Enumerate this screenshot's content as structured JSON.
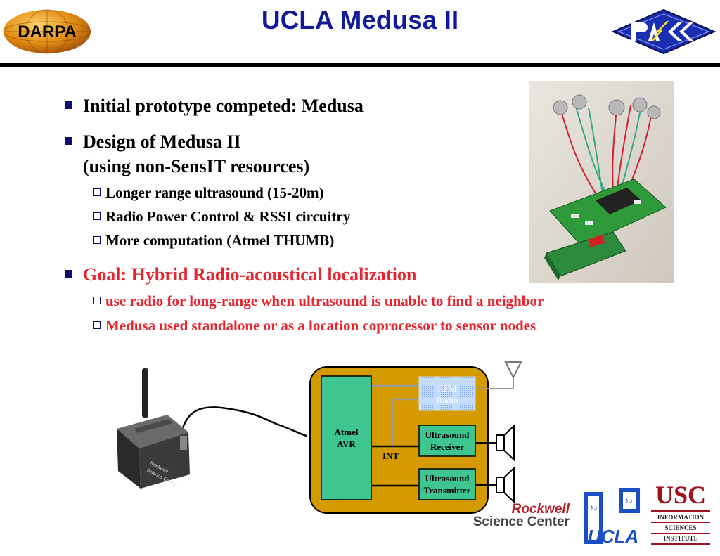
{
  "slide": {
    "title": "UCLA Medusa II",
    "bullets": [
      {
        "text": "Initial prototype competed: Medusa"
      },
      {
        "line1": "Design of Medusa II",
        "line2": "(using non-SensIT resources)",
        "sub": [
          "Longer range ultrasound (15-20m)",
          "Radio Power Control & RSSI circuitry",
          "More computation (Atmel THUMB)"
        ]
      },
      {
        "text": "Goal: Hybrid Radio-acoustical  localization",
        "sub": [
          "use radio for long-range when ultrasound is unable to find a neighbor",
          "Medusa used standalone or as a location coprocessor to sensor nodes"
        ]
      }
    ]
  },
  "logos": {
    "darpa": "DARPA",
    "rockwell_line1": "Rockwell",
    "rockwell_line2": "Science Center",
    "ucla": "UCLA",
    "usc": "USC",
    "usc_sub": [
      "INFORMATION",
      "SCIENCES",
      "INSTITUTE"
    ]
  },
  "diagram": {
    "atmel_line1": "Atmel",
    "atmel_line2": "AVR",
    "rfm_line1": "RFM",
    "rfm_line2": "Radio",
    "rx_line1": "Ultrasound",
    "rx_line2": "Receiver",
    "tx_line1": "Ultrasound",
    "tx_line2": "Transmitter",
    "int_label": "INT"
  },
  "colors": {
    "title": "#101a9a",
    "goal_red": "#e8252e",
    "board_gold": "#d49a00",
    "chip_green": "#3fc590",
    "rfm_blue": "#c4dcff"
  }
}
